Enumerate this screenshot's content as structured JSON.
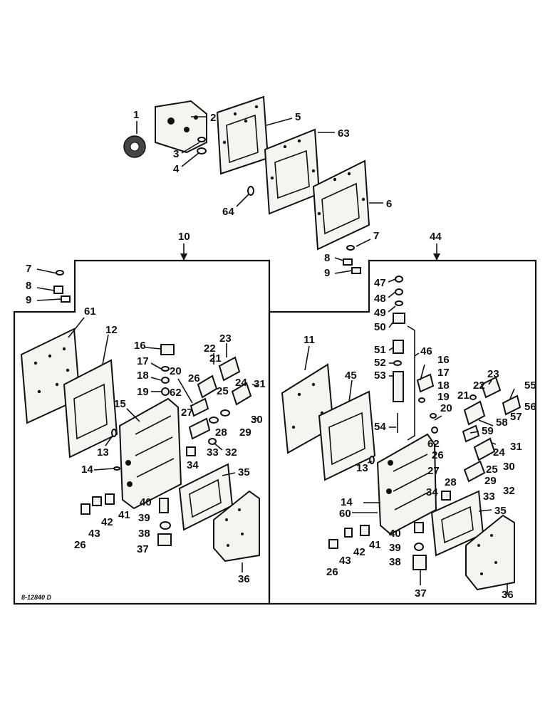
{
  "drawing_code": "8-12840 D",
  "group_labels": {
    "left": "10",
    "right": "44"
  },
  "top_callouts": [
    "1",
    "2",
    "3",
    "4",
    "5",
    "63",
    "64",
    "6",
    "7",
    "8",
    "9"
  ],
  "left_callouts": [
    "7",
    "8",
    "9",
    "61",
    "12",
    "16",
    "17",
    "18",
    "19",
    "20",
    "62",
    "21",
    "26",
    "22",
    "23",
    "24",
    "25",
    "31",
    "27",
    "15",
    "28",
    "29",
    "30",
    "13",
    "33",
    "32",
    "14",
    "34",
    "35",
    "40",
    "41",
    "42",
    "43",
    "26",
    "39",
    "38",
    "37",
    "36"
  ],
  "right_callouts": [
    "47",
    "48",
    "49",
    "50",
    "51",
    "52",
    "53",
    "54",
    "46",
    "11",
    "45",
    "16",
    "17",
    "18",
    "19",
    "20",
    "23",
    "22",
    "21",
    "55",
    "56",
    "57",
    "58",
    "59",
    "62",
    "24",
    "31",
    "26",
    "25",
    "30",
    "27",
    "29",
    "28",
    "13",
    "32",
    "33",
    "34",
    "14",
    "60",
    "35",
    "40",
    "39",
    "41",
    "42",
    "43",
    "26",
    "38",
    "37",
    "36"
  ]
}
